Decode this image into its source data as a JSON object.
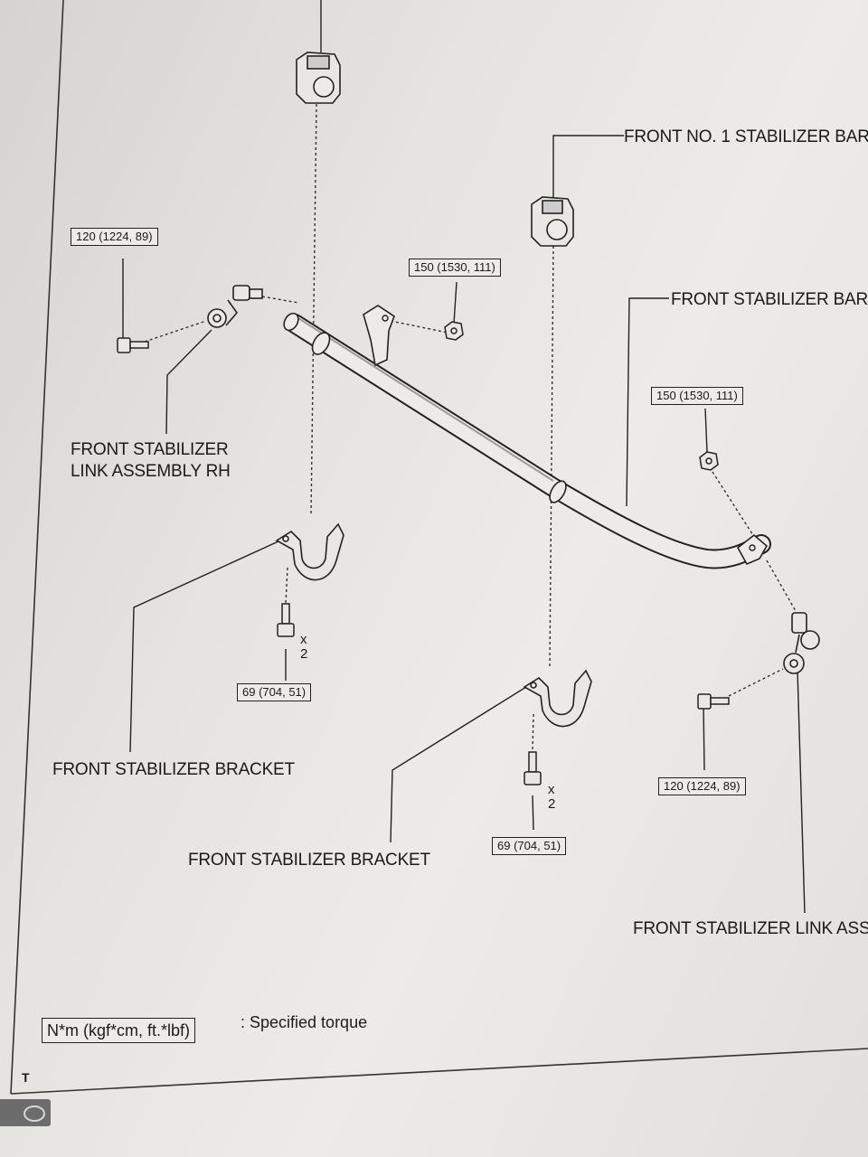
{
  "labels": {
    "no1_stabilizer_bar": "FRONT NO. 1 STABILIZER BAR",
    "stabilizer_bar": "FRONT STABILIZER BAR",
    "link_rh_line1": "FRONT STABILIZER",
    "link_rh_line2": "LINK ASSEMBLY RH",
    "bracket_left": "FRONT STABILIZER BRACKET",
    "bracket_right": "FRONT STABILIZER BRACKET",
    "link_lh_partial": "FRONT STABILIZER LINK ASS"
  },
  "torques": {
    "link_rh_bolt": "120 (1224, 89)",
    "bar_nut_left": "150 (1530, 111)",
    "bar_nut_right": "150 (1530, 111)",
    "bracket_left_bolt": "69 (704, 51)",
    "bracket_right_bolt": "69 (704, 51)",
    "link_lh_bolt": "120 (1224, 89)"
  },
  "quantities": {
    "bracket_left": "x\n2",
    "bracket_right": "x\n2"
  },
  "legend": {
    "unit_box": "N*m (kgf*cm, ft.*lbf)",
    "description": ": Specified torque"
  },
  "corner_mark": "T",
  "icons": {
    "brand_logo": "brand-logo-icon"
  },
  "colors": {
    "ink": "#1c1c1c",
    "paper": "#ecebe8",
    "logo_tab": "#6c6c6c"
  }
}
